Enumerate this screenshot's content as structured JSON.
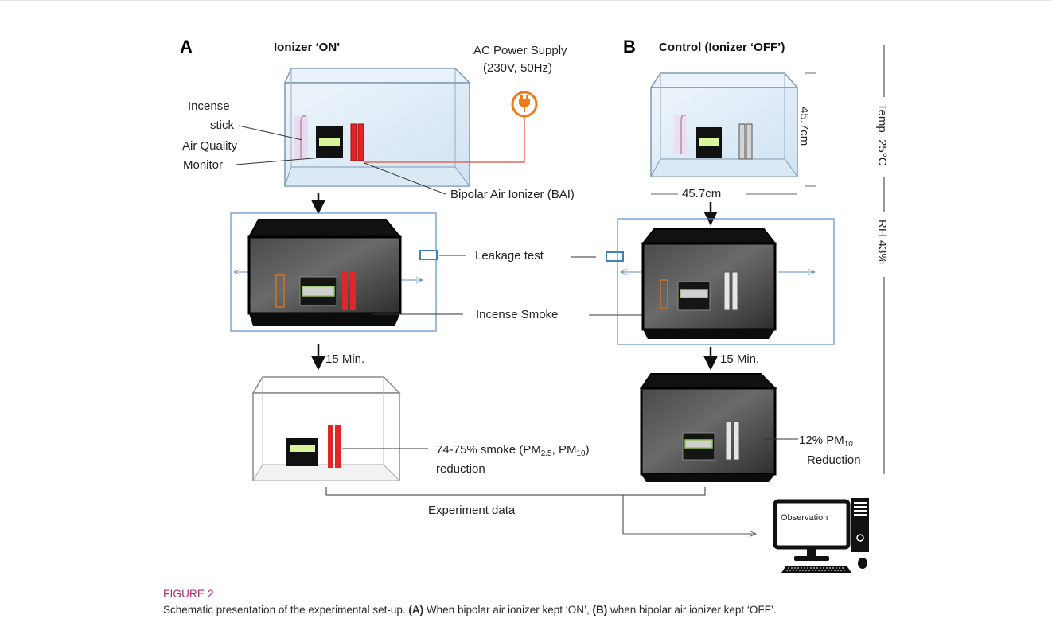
{
  "panel_a": {
    "letter": "A",
    "title": "Ionizer ‘ON’",
    "incense_stick_line1": "Incense",
    "incense_stick_line2": "stick",
    "air_quality_line1": "Air Quality",
    "air_quality_line2": "Monitor",
    "bai_label": "Bipolar Air Ionizer (BAI)",
    "time_label": "15 Min.",
    "result_line1": "74-75% smoke (PM",
    "result_sub1": "2.5",
    "result_mid": ", PM",
    "result_sub2": "10",
    "result_end": ")",
    "result_line2": "reduction"
  },
  "panel_b": {
    "letter": "B",
    "title": "Control (Ionizer ‘OFF’)",
    "height_dim": "45.7cm",
    "width_dim": "45.7cm",
    "time_label": "15 Min.",
    "result_line1": "12% PM",
    "result_sub": "10",
    "result_line2": "Reduction"
  },
  "power": {
    "line1": "AC Power Supply",
    "line2": "(230V, 50Hz)",
    "icon": "power-plug-icon"
  },
  "center": {
    "leakage_label": "Leakage test",
    "smoke_label": "Incense Smoke",
    "experiment_label": "Experiment data"
  },
  "conditions": {
    "temp": "Temp. 25°C",
    "rh": "RH 43%"
  },
  "computer": {
    "screen_text": "Observation",
    "icon": "computer-icon"
  },
  "caption": {
    "label": "FIGURE 2",
    "text_before": "Schematic presentation of the experimental set-up. ",
    "ref_a": "(A)",
    "text_mid": " When bipolar air ionizer kept ‘ON’, ",
    "ref_b": "(B)",
    "text_end": " when bipolar air ionizer kept ‘OFF’."
  },
  "colors": {
    "ionizer_on": "#e02626",
    "ionizer_off": "#d4d4d4",
    "power_line": "#e06a5a",
    "plug": "#ee7a1a",
    "blue_frame": "#5b8fc9",
    "caption_label": "#b0286c"
  }
}
